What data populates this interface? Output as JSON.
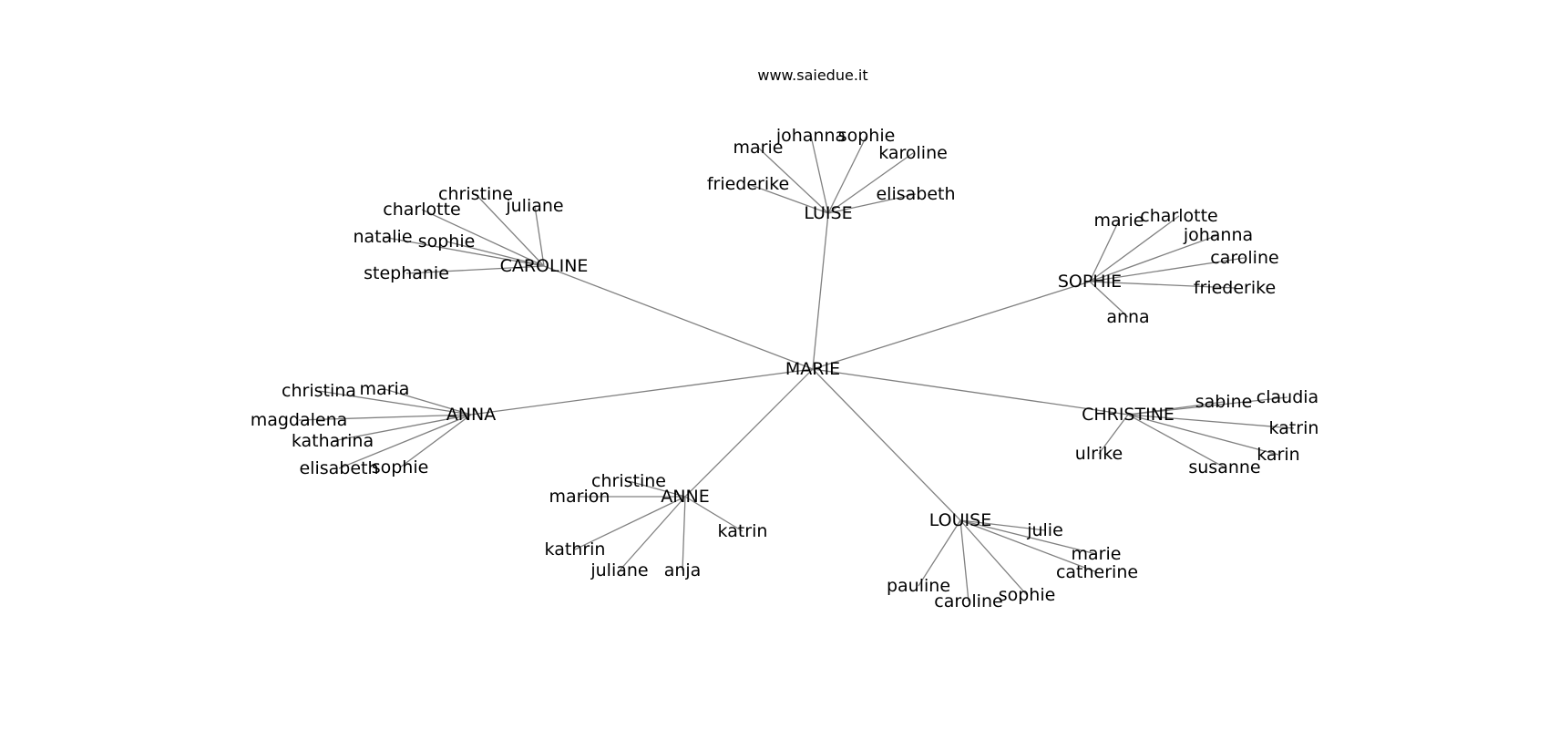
{
  "header": {
    "site": "www.saiedue.it"
  },
  "colors": {
    "edge": "#808080",
    "text": "#000000",
    "background": "#ffffff"
  },
  "graph": {
    "root": "MARIE",
    "groups": [
      {
        "name": "LUISE",
        "children": [
          "marie",
          "johanna",
          "sophie",
          "karoline",
          "friederike",
          "elisabeth"
        ]
      },
      {
        "name": "CAROLINE",
        "children": [
          "christine",
          "charlotte",
          "juliane",
          "natalie",
          "sophie",
          "stephanie"
        ]
      },
      {
        "name": "SOPHIE",
        "children": [
          "marie",
          "charlotte",
          "johanna",
          "caroline",
          "friederike",
          "anna"
        ]
      },
      {
        "name": "ANNA",
        "children": [
          "christina",
          "maria",
          "magdalena",
          "katharina",
          "elisabeth",
          "sophie"
        ]
      },
      {
        "name": "CHRISTINE",
        "children": [
          "sabine",
          "claudia",
          "katrin",
          "karin",
          "ulrike",
          "susanne"
        ]
      },
      {
        "name": "ANNE",
        "children": [
          "christine",
          "marion",
          "katrin",
          "kathrin",
          "juliane",
          "anja"
        ]
      },
      {
        "name": "LOUISE",
        "children": [
          "julie",
          "marie",
          "catherine",
          "pauline",
          "caroline",
          "sophie"
        ]
      }
    ]
  }
}
